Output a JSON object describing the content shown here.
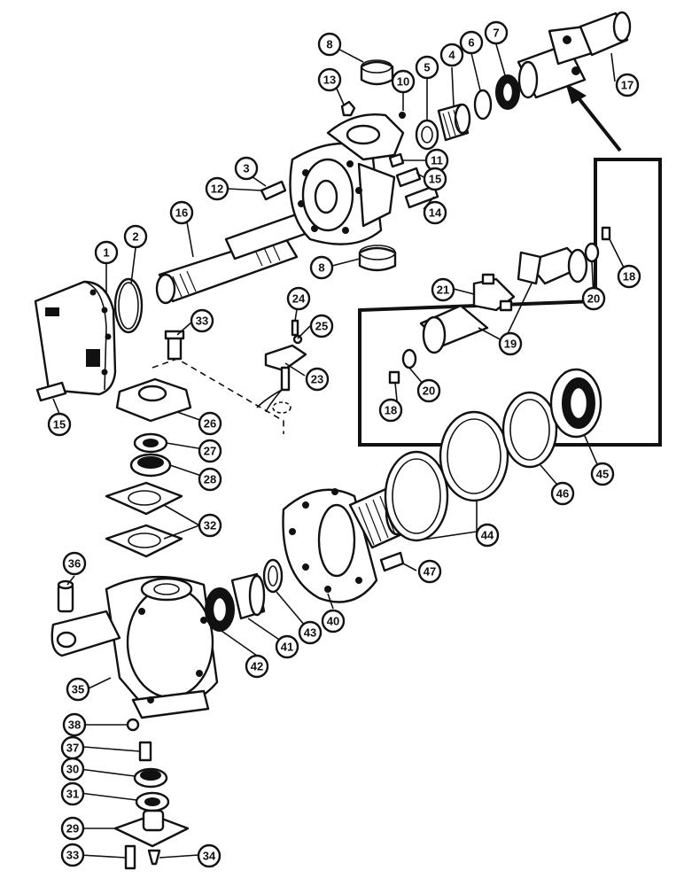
{
  "callouts": [
    {
      "id": "c1",
      "label": "1"
    },
    {
      "id": "c2",
      "label": "2"
    },
    {
      "id": "c3",
      "label": "3"
    },
    {
      "id": "c4",
      "label": "4"
    },
    {
      "id": "c5",
      "label": "5"
    },
    {
      "id": "c6",
      "label": "6"
    },
    {
      "id": "c7",
      "label": "7"
    },
    {
      "id": "c8a",
      "label": "8"
    },
    {
      "id": "c8b",
      "label": "8"
    },
    {
      "id": "c10",
      "label": "10"
    },
    {
      "id": "c11",
      "label": "11"
    },
    {
      "id": "c12",
      "label": "12"
    },
    {
      "id": "c13",
      "label": "13"
    },
    {
      "id": "c14",
      "label": "14"
    },
    {
      "id": "c15a",
      "label": "15"
    },
    {
      "id": "c15b",
      "label": "15"
    },
    {
      "id": "c16",
      "label": "16"
    },
    {
      "id": "c17",
      "label": "17"
    },
    {
      "id": "c18a",
      "label": "18"
    },
    {
      "id": "c18b",
      "label": "18"
    },
    {
      "id": "c19",
      "label": "19"
    },
    {
      "id": "c20a",
      "label": "20"
    },
    {
      "id": "c20b",
      "label": "20"
    },
    {
      "id": "c21",
      "label": "21"
    },
    {
      "id": "c23",
      "label": "23"
    },
    {
      "id": "c24",
      "label": "24"
    },
    {
      "id": "c25",
      "label": "25"
    },
    {
      "id": "c26",
      "label": "26"
    },
    {
      "id": "c27",
      "label": "27"
    },
    {
      "id": "c28",
      "label": "28"
    },
    {
      "id": "c29",
      "label": "29"
    },
    {
      "id": "c30",
      "label": "30"
    },
    {
      "id": "c31",
      "label": "31"
    },
    {
      "id": "c32",
      "label": "32"
    },
    {
      "id": "c33a",
      "label": "33"
    },
    {
      "id": "c33b",
      "label": "33"
    },
    {
      "id": "c34",
      "label": "34"
    },
    {
      "id": "c35",
      "label": "35"
    },
    {
      "id": "c36",
      "label": "36"
    },
    {
      "id": "c37",
      "label": "37"
    },
    {
      "id": "c38",
      "label": "38"
    },
    {
      "id": "c40",
      "label": "40"
    },
    {
      "id": "c41",
      "label": "41"
    },
    {
      "id": "c42",
      "label": "42"
    },
    {
      "id": "c43",
      "label": "43"
    },
    {
      "id": "c44",
      "label": "44"
    },
    {
      "id": "c45",
      "label": "45"
    },
    {
      "id": "c46",
      "label": "46"
    },
    {
      "id": "c47",
      "label": "47"
    }
  ]
}
